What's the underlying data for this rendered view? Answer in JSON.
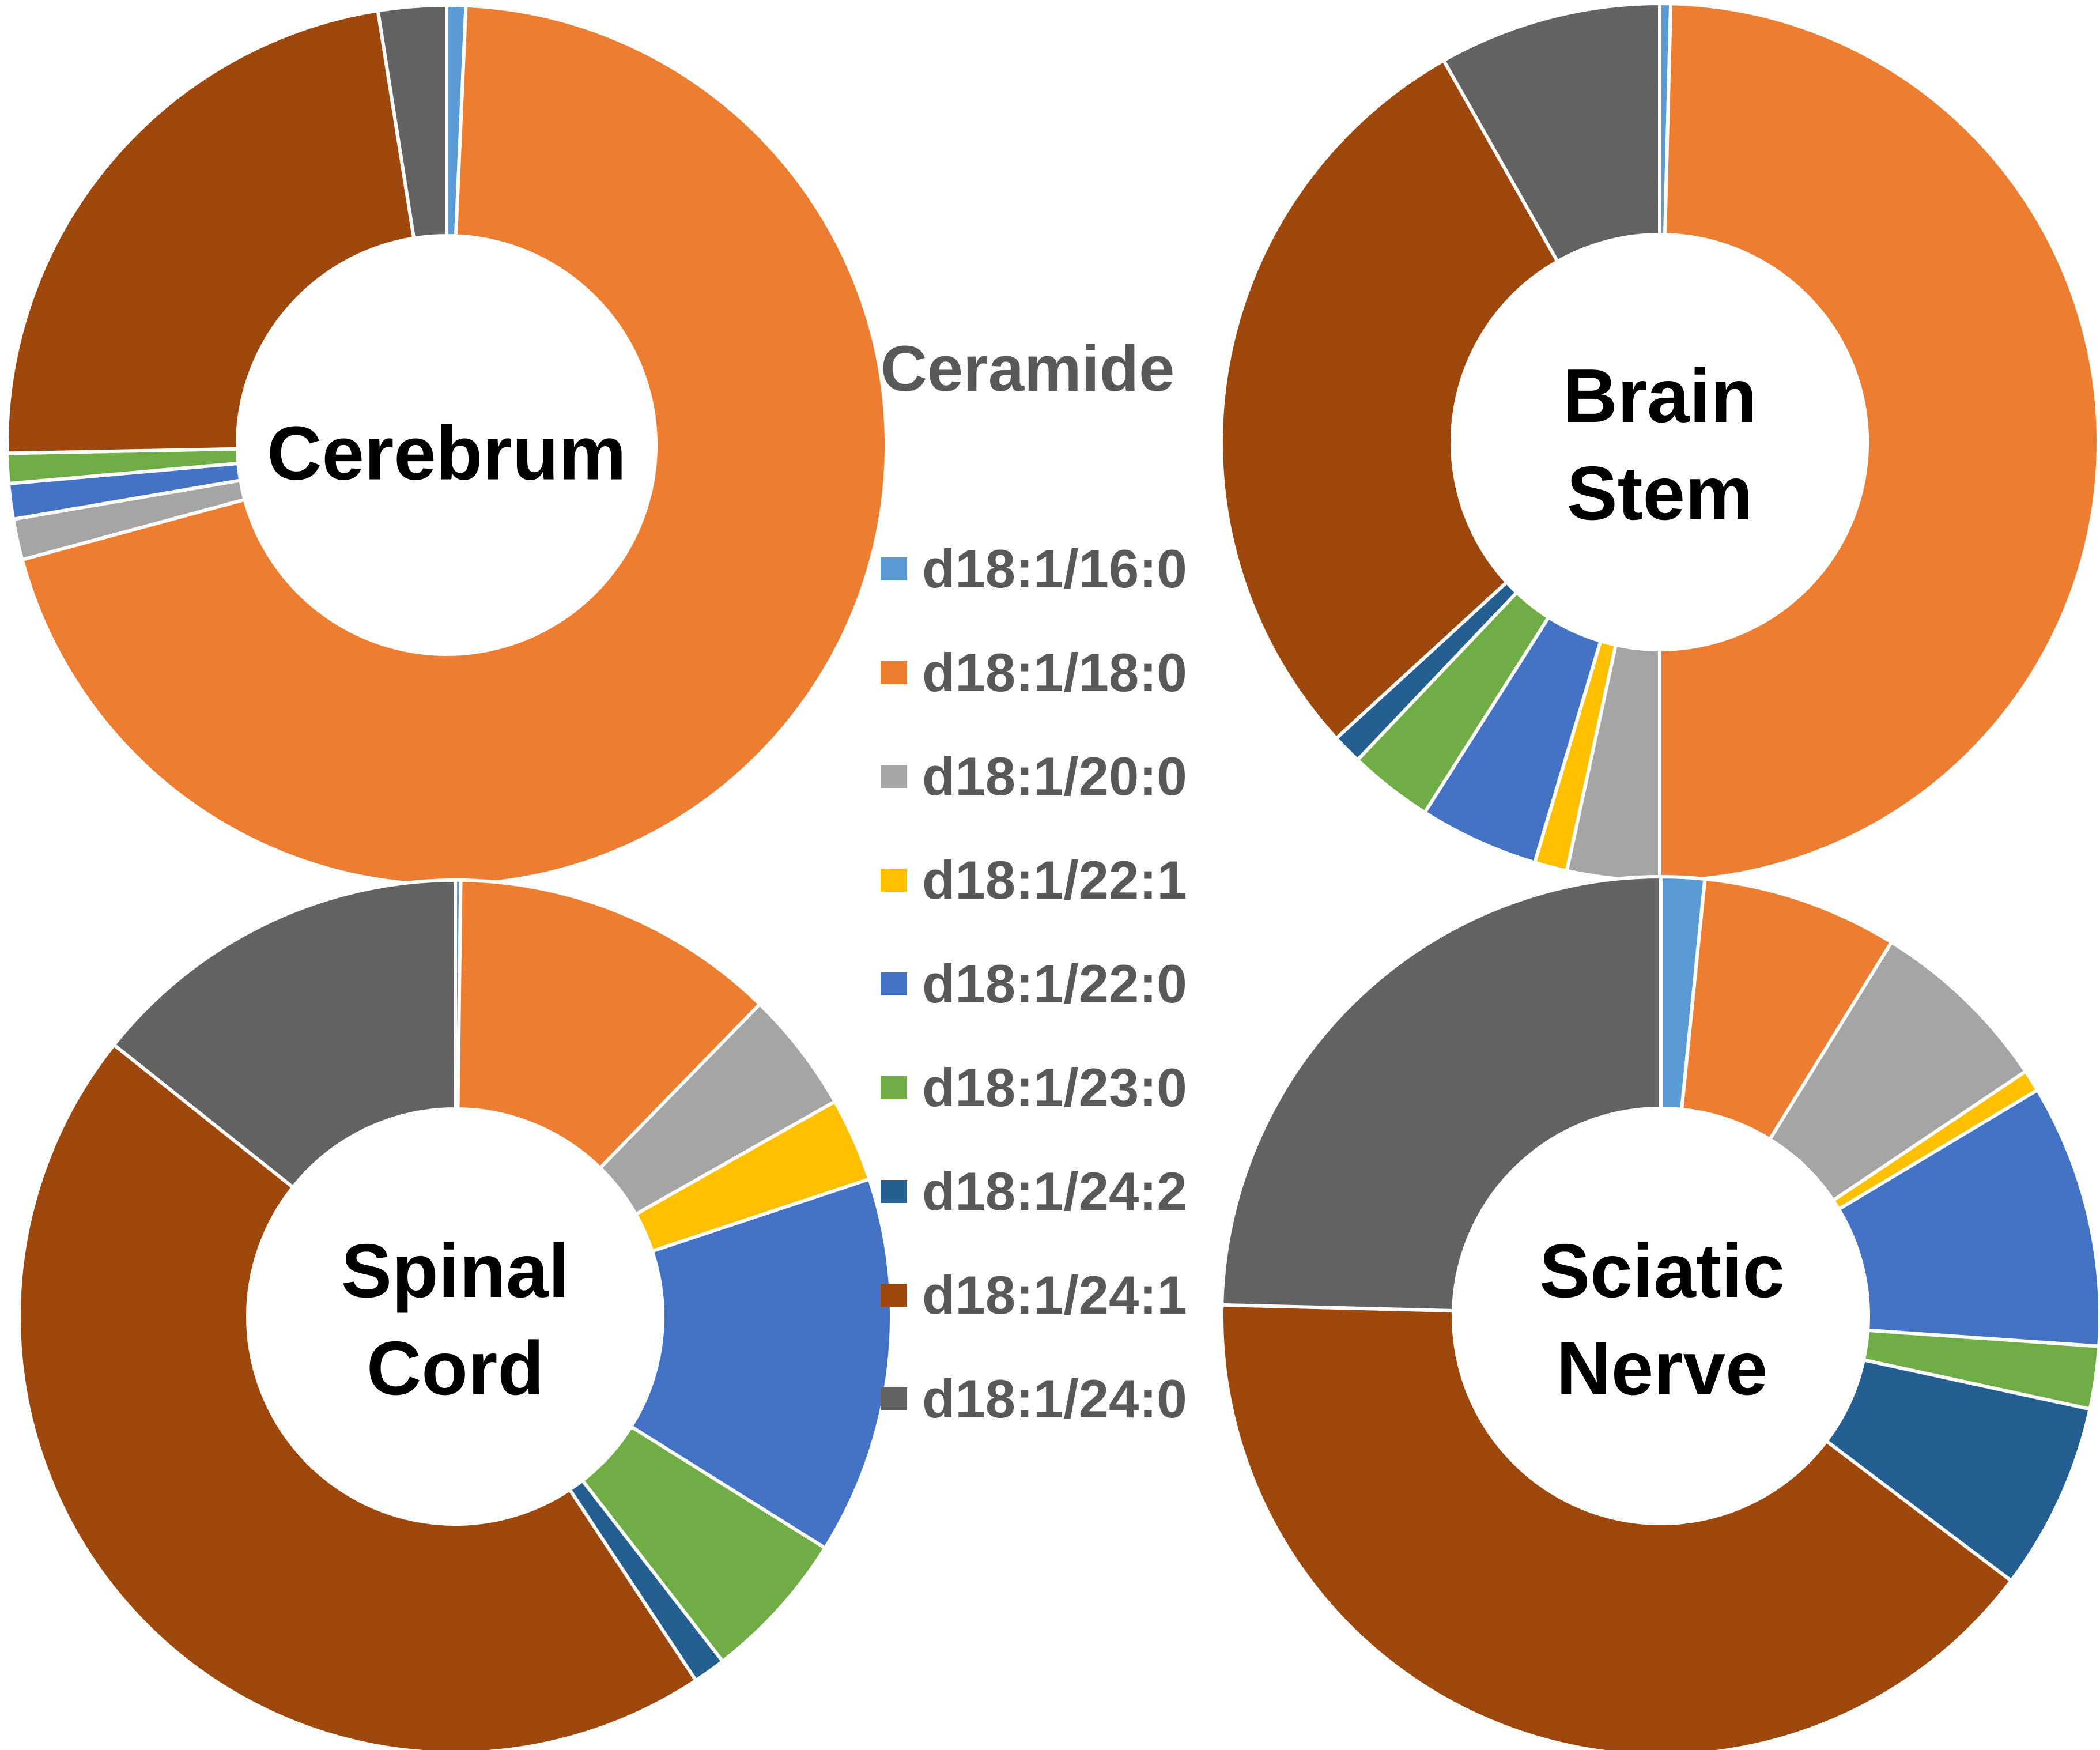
{
  "figure": {
    "background": "#FFFFFF",
    "donut_label_color": "#000000",
    "legend_text_color": "#595959"
  },
  "chart_data": {
    "type": "pie",
    "variant": "donut",
    "legend_title": "Ceramide",
    "legend_position": "center-between-charts",
    "units": "percent",
    "categories": [
      "d18:1/16:0",
      "d18:1/18:0",
      "d18:1/20:0",
      "d18:1/22:1",
      "d18:1/22:0",
      "d18:1/23:0",
      "d18:1/24:2",
      "d18:1/24:1",
      "d18:1/24:0"
    ],
    "colors": [
      "#5B9BD5",
      "#ED7D31",
      "#A5A5A5",
      "#FFC000",
      "#4472C4",
      "#70AD47",
      "#255E91",
      "#9E480E",
      "#636363"
    ],
    "charts": [
      {
        "title": "Cerebrum",
        "values": [
          0.7,
          70.1,
          1.5,
          0,
          1.3,
          1.1,
          0,
          22.8,
          2.5
        ]
      },
      {
        "title": "Brain\nStem",
        "values": [
          0.4,
          49.6,
          3.4,
          1.2,
          4.4,
          3.1,
          1.1,
          28.6,
          8.2
        ]
      },
      {
        "title": "Spinal\nCord",
        "values": [
          0.2,
          12.1,
          4.5,
          3.1,
          14.0,
          5.6,
          1.2,
          45.0,
          14.3
        ]
      },
      {
        "title": "Sciatic\nNerve",
        "values": [
          1.6,
          7.2,
          6.8,
          0.8,
          9.7,
          2.3,
          6.9,
          40.1,
          24.6
        ]
      }
    ]
  }
}
